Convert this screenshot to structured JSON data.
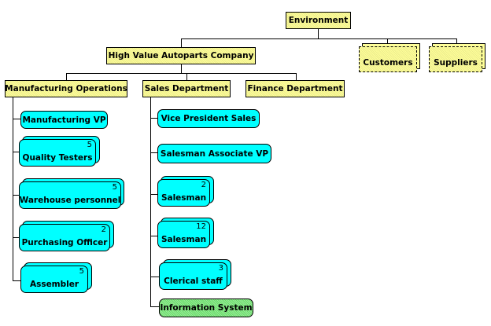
{
  "diagram": {
    "root": {
      "label": "Environment"
    },
    "company": {
      "label": "High Value Autoparts Company"
    },
    "external": [
      {
        "label": "Customers"
      },
      {
        "label": "Suppliers"
      }
    ],
    "departments": [
      {
        "label": "Manufacturing Operations",
        "roles": [
          {
            "label": "Manufacturing VP",
            "count": null
          },
          {
            "label": "Quality Testers",
            "count": "5"
          },
          {
            "label": "Warehouse personnel",
            "count": "5"
          },
          {
            "label": "Purchasing Officer",
            "count": "2"
          },
          {
            "label": "Assembler",
            "count": "5"
          }
        ]
      },
      {
        "label": "Sales Department",
        "roles": [
          {
            "label": "Vice President Sales",
            "count": null
          },
          {
            "label": "Salesman Associate VP",
            "count": null
          },
          {
            "label": "Salesman",
            "count": "2"
          },
          {
            "label": "Salesman",
            "count": "12"
          },
          {
            "label": "Clerical staff",
            "count": "3"
          }
        ],
        "system": {
          "label": "Information System"
        }
      },
      {
        "label": "Finance Department",
        "roles": []
      }
    ]
  },
  "colors": {
    "unit": "#ffff99",
    "role": "#00ffff",
    "system": "#66dd66",
    "line": "#000000"
  }
}
